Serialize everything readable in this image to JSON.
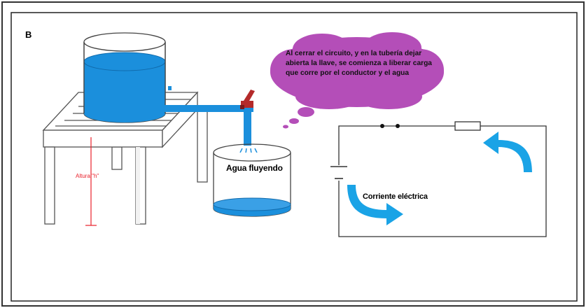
{
  "panel_label": "B",
  "height_label": "Altura \"h\"",
  "water_label": "Agua fluyendo",
  "current_label": "Corriente eléctrica",
  "bubble_text": "Al cerrar el circuito, y en la tubería dejar abierta la llave, se comienza a liberar carga que corre por el conductor y el agua",
  "colors": {
    "water": "#1b8fdc",
    "water_light": "#5fb8ec",
    "arrow": "#1aa3e6",
    "bubble": "#b44eb8",
    "height_marker": "#e8202a",
    "valve": "#b42a2a"
  }
}
